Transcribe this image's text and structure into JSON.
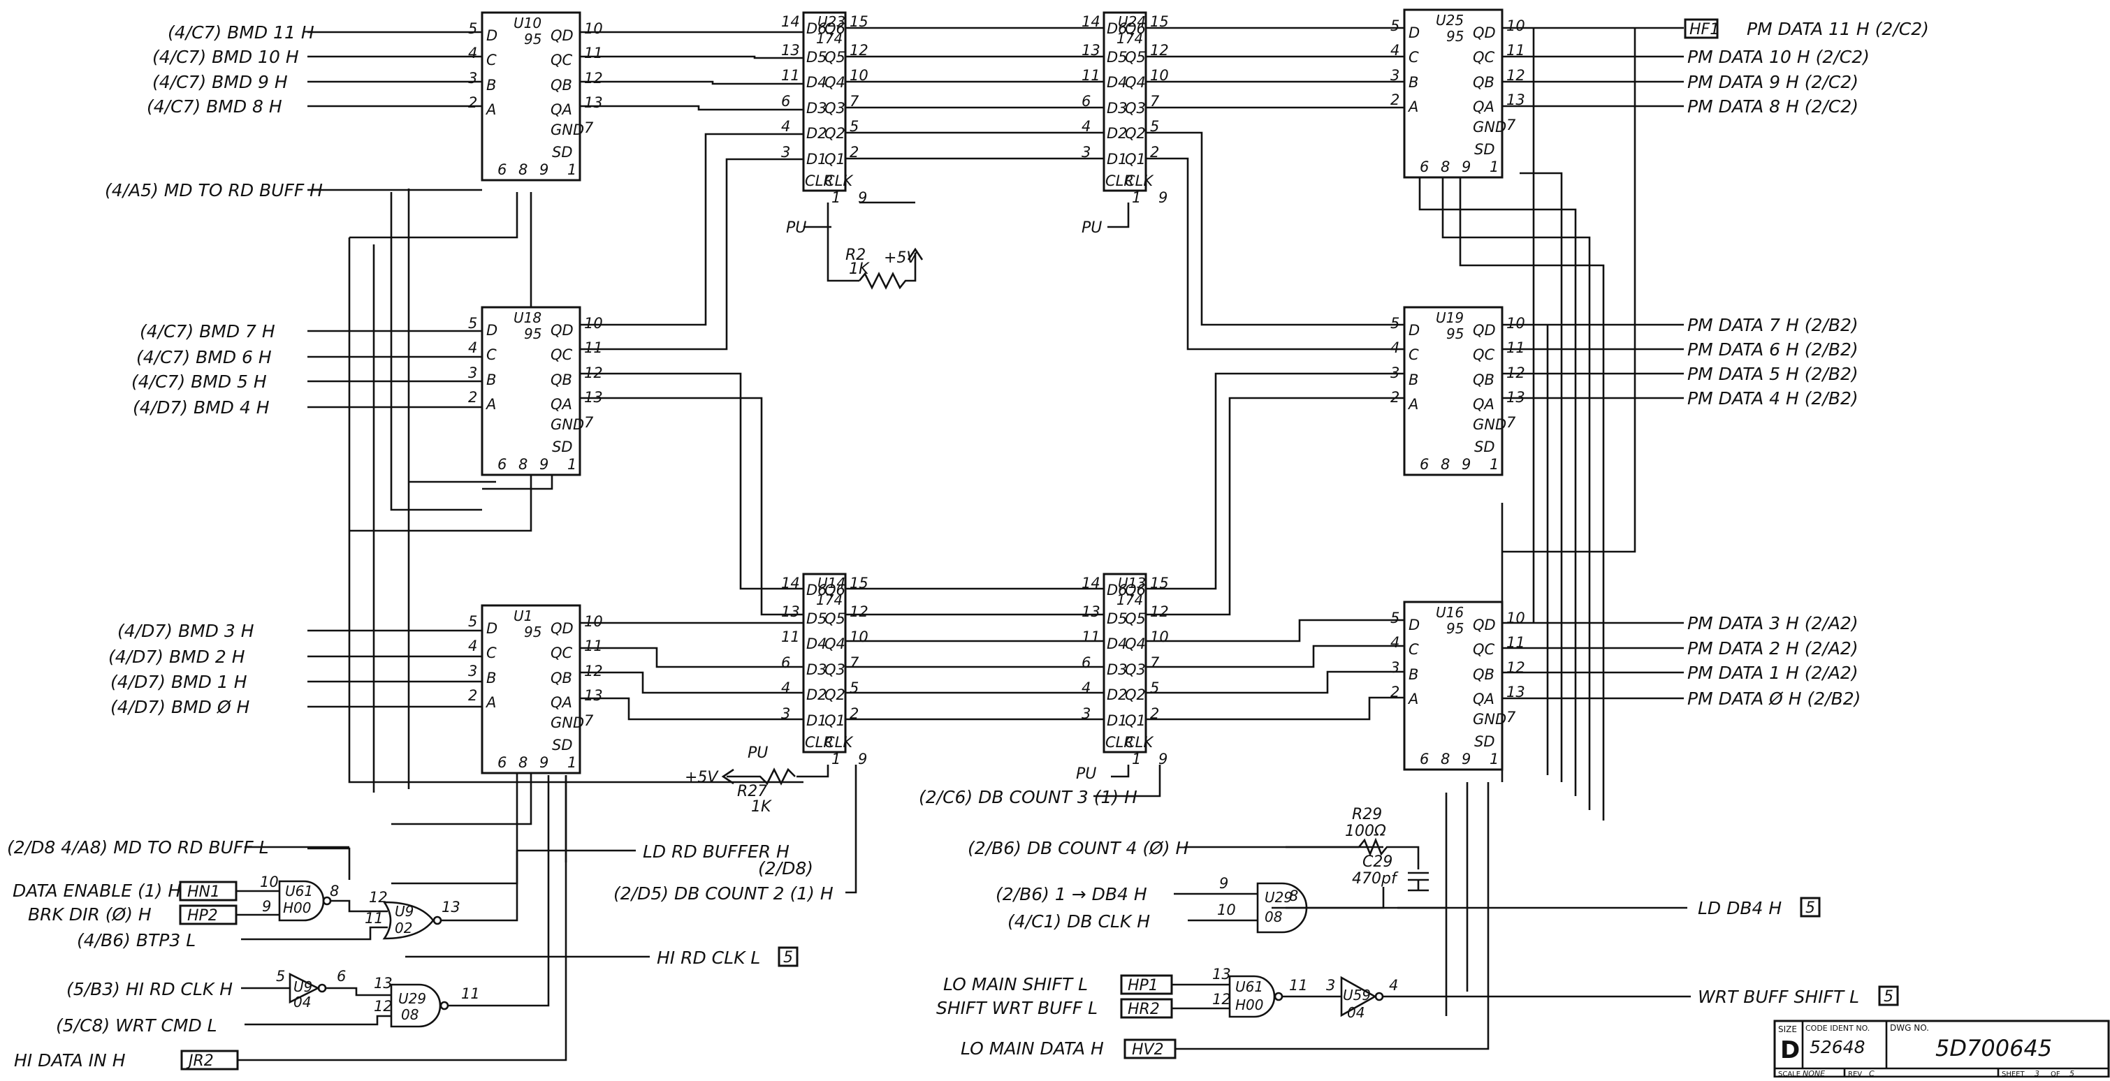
{
  "components": {
    "u10": {
      "ref": "U10",
      "type": "95",
      "pins_left": [
        "D",
        "C",
        "B",
        "A"
      ],
      "pins_right": [
        "QD",
        "QC",
        "QB",
        "QA"
      ],
      "pin_nums_left": [
        "5",
        "4",
        "3",
        "2"
      ],
      "pin_nums_right": [
        "10",
        "11",
        "12",
        "13"
      ],
      "gnd": "GND",
      "sd": "SD",
      "gnd_pin": "7",
      "bottom_pins": [
        "6",
        "8",
        "9",
        "1"
      ]
    },
    "u18": {
      "ref": "U18",
      "type": "95",
      "pins_left": [
        "D",
        "C",
        "B",
        "A"
      ],
      "pins_right": [
        "QD",
        "QC",
        "QB",
        "QA"
      ],
      "pin_nums_left": [
        "5",
        "4",
        "3",
        "2"
      ],
      "pin_nums_right": [
        "10",
        "11",
        "12",
        "13"
      ],
      "gnd": "GND",
      "sd": "SD",
      "gnd_pin": "7",
      "bottom_pins": [
        "6",
        "8",
        "9",
        "1"
      ]
    },
    "u1": {
      "ref": "U1",
      "type": "95",
      "pins_left": [
        "D",
        "C",
        "B",
        "A"
      ],
      "pins_right": [
        "QD",
        "QC",
        "QB",
        "QA"
      ],
      "pin_nums_left": [
        "5",
        "4",
        "3",
        "2"
      ],
      "pin_nums_right": [
        "10",
        "11",
        "12",
        "13"
      ],
      "gnd": "GND",
      "sd": "SD",
      "gnd_pin": "7",
      "bottom_pins": [
        "6",
        "8",
        "9",
        "1"
      ]
    },
    "u23": {
      "ref": "U23",
      "type": "174",
      "pins_left": [
        "D6",
        "D5",
        "D4",
        "D3",
        "D2",
        "D1"
      ],
      "pins_right": [
        "Q6",
        "Q5",
        "Q4",
        "Q3",
        "Q2",
        "Q1"
      ],
      "pin_nums_left": [
        "14",
        "13",
        "11",
        "6",
        "4",
        "3"
      ],
      "pin_nums_right": [
        "15",
        "12",
        "10",
        "7",
        "5",
        "2"
      ],
      "clr": "CLR",
      "clk": "CLK",
      "clr_pin": "1",
      "clk_pin": "9"
    },
    "u24": {
      "ref": "U24",
      "type": "174",
      "pins_left": [
        "D6",
        "D5",
        "D4",
        "D3",
        "D2",
        "D1"
      ],
      "pins_right": [
        "Q6",
        "Q5",
        "Q4",
        "Q3",
        "Q2",
        "Q1"
      ],
      "pin_nums_left": [
        "14",
        "13",
        "11",
        "6",
        "4",
        "3"
      ],
      "pin_nums_right": [
        "15",
        "12",
        "10",
        "7",
        "5",
        "2"
      ],
      "clr": "CLR",
      "clk": "CLK",
      "clr_pin": "1",
      "clk_pin": "9"
    },
    "u14": {
      "ref": "U14",
      "type": "174",
      "pins_left": [
        "D6",
        "D5",
        "D4",
        "D3",
        "D2",
        "D1"
      ],
      "pins_right": [
        "Q6",
        "Q5",
        "Q4",
        "Q3",
        "Q2",
        "Q1"
      ],
      "pin_nums_left": [
        "14",
        "13",
        "11",
        "6",
        "4",
        "3"
      ],
      "pin_nums_right": [
        "15",
        "12",
        "10",
        "7",
        "5",
        "2"
      ],
      "clr": "CLR",
      "clk": "CLK",
      "clr_pin": "1",
      "clk_pin": "9"
    },
    "u13": {
      "ref": "U13",
      "type": "174",
      "pins_left": [
        "D6",
        "D5",
        "D4",
        "D3",
        "D2",
        "D1"
      ],
      "pins_right": [
        "Q6",
        "Q5",
        "Q4",
        "Q3",
        "Q2",
        "Q1"
      ],
      "pin_nums_left": [
        "14",
        "13",
        "11",
        "6",
        "4",
        "3"
      ],
      "pin_nums_right": [
        "15",
        "12",
        "10",
        "7",
        "5",
        "2"
      ],
      "clr": "CLR",
      "clk": "CLK",
      "clr_pin": "1",
      "clk_pin": "9"
    },
    "u25": {
      "ref": "U25",
      "type": "95",
      "pins_left": [
        "D",
        "C",
        "B",
        "A"
      ],
      "pins_right": [
        "QD",
        "QC",
        "QB",
        "QA"
      ],
      "pin_nums_left": [
        "5",
        "4",
        "3",
        "2"
      ],
      "pin_nums_right": [
        "10",
        "11",
        "12",
        "13"
      ],
      "gnd": "GND",
      "sd": "SD",
      "gnd_pin": "7",
      "bottom_pins": [
        "6",
        "8",
        "9",
        "1"
      ]
    },
    "u19": {
      "ref": "U19",
      "type": "95",
      "pins_left": [
        "D",
        "C",
        "B",
        "A"
      ],
      "pins_right": [
        "QD",
        "QC",
        "QB",
        "QA"
      ],
      "pin_nums_left": [
        "5",
        "4",
        "3",
        "2"
      ],
      "pin_nums_right": [
        "10",
        "11",
        "12",
        "13"
      ],
      "gnd": "GND",
      "sd": "SD",
      "gnd_pin": "7",
      "bottom_pins": [
        "6",
        "8",
        "9",
        "1"
      ]
    },
    "u16": {
      "ref": "U16",
      "type": "95",
      "pins_left": [
        "D",
        "C",
        "B",
        "A"
      ],
      "pins_right": [
        "QD",
        "QC",
        "QB",
        "QA"
      ],
      "pin_nums_left": [
        "5",
        "4",
        "3",
        "2"
      ],
      "pin_nums_right": [
        "10",
        "11",
        "12",
        "13"
      ],
      "gnd": "GND",
      "sd": "SD",
      "gnd_pin": "7",
      "bottom_pins": [
        "6",
        "8",
        "9",
        "1"
      ]
    },
    "u61a": {
      "ref": "U61",
      "type": "H00",
      "pin_out": "8",
      "pin_in": [
        "10",
        "9"
      ]
    },
    "u9a": {
      "ref": "U9",
      "type": "02",
      "pin_out": "13",
      "pin_in": [
        "12",
        "11"
      ]
    },
    "u9b": {
      "ref": "U9",
      "type": "04",
      "pin_in": "5",
      "pin_out": "6"
    },
    "u29a": {
      "ref": "U29",
      "type": "08",
      "pin_in": [
        "13",
        "12"
      ],
      "pin_out": "11"
    },
    "u29b": {
      "ref": "U29",
      "type": "08",
      "pin_in": [
        "9",
        "10"
      ],
      "pin_out": "8"
    },
    "u61b": {
      "ref": "U61",
      "type": "H00",
      "pin_in": [
        "13",
        "12"
      ],
      "pin_out": "11"
    },
    "u59": {
      "ref": "U59",
      "type": "04",
      "pin_in": "3",
      "pin_out": "4"
    }
  },
  "inputs_left": {
    "u10": [
      "(4/C7) BMD 11 H",
      "(4/C7) BMD 10 H",
      "(4/C7) BMD 9 H",
      "(4/C7) BMD 8 H"
    ],
    "u18": [
      "(4/C7) BMD 7 H",
      "(4/C7) BMD 6 H",
      "(4/C7) BMD 5 H",
      "(4/D7) BMD 4 H"
    ],
    "u1": [
      "(4/D7) BMD 3 H",
      "(4/D7) BMD 2 H",
      "(4/D7) BMD 1 H",
      "(4/D7) BMD Ø H"
    ],
    "md_to_rd_buff_h": "(4/A5) MD TO RD BUFF H"
  },
  "outputs_right": {
    "u25": [
      "PM DATA 11 H (2/C2)",
      "PM DATA 10 H (2/C2)",
      "PM DATA 9 H (2/C2)",
      "PM DATA 8 H (2/C2)"
    ],
    "u25_tag": "HF1",
    "u19": [
      "PM DATA 7 H (2/B2)",
      "PM DATA 6 H (2/B2)",
      "PM DATA 5 H (2/B2)",
      "PM DATA 4 H (2/B2)"
    ],
    "u16": [
      "PM DATA 3 H (2/A2)",
      "PM DATA 2 H (2/A2)",
      "PM DATA 1 H (2/A2)",
      "PM DATA Ø H (2/B2)"
    ]
  },
  "passives": {
    "pu_a": "PU",
    "pu_b": "PU",
    "pu_c": "PU",
    "pu_d": "PU",
    "r2_ref": "R2",
    "r2_val": "1K",
    "r2_supply": "+5V",
    "r27_ref": "R27",
    "r27_val": "1K",
    "r27_supply": "+5V",
    "r29_ref": "R29",
    "r29_val": "100Ω",
    "c29_ref": "C29",
    "c29_val": "470pf"
  },
  "lower_left": {
    "md_to_rd_buff_l": "(2/D8 4/A8) MD TO RD BUFF L",
    "data_enable": "DATA ENABLE (1) H",
    "data_enable_tag": "HN1",
    "brk_dir": "BRK DIR (Ø) H",
    "brk_dir_tag": "HP2",
    "btp3": "(4/B6) BTP3 L",
    "hi_rd_clk_h": "(5/B3) HI RD CLK H",
    "wrt_cmd": "(5/C8) WRT CMD L",
    "hi_data_in": "HI DATA IN H",
    "hi_data_in_tag": "JR2",
    "ld_rd_buffer": "LD RD BUFFER H",
    "ld_rd_buffer_ref": "(2/D8)",
    "db_count_2": "(2/D5) DB COUNT 2 (1) H",
    "hi_rd_clk_l": "HI RD CLK L",
    "hi_rd_clk_l_sheet": "5"
  },
  "lower_right": {
    "db_count_3": "(2/C6) DB COUNT 3 (1) H",
    "db_count_4": "(2/B6) DB COUNT 4 (Ø) H",
    "db4_in": "(2/B6) 1 → DB4 H",
    "db_clk": "(4/C1) DB CLK H",
    "ld_db4": "LD DB4 H",
    "ld_db4_sheet": "5",
    "lo_main_shift": "LO MAIN SHIFT L",
    "lo_main_shift_tag": "HP1",
    "shift_wrt_buff": "SHIFT WRT BUFF L",
    "shift_wrt_buff_tag": "HR2",
    "lo_main_data": "LO MAIN DATA H",
    "lo_main_data_tag": "HV2",
    "wrt_buff_shift": "WRT BUFF SHIFT L",
    "wrt_buff_shift_sheet": "5"
  },
  "title_block": {
    "size_label": "SIZE",
    "size_value": "D",
    "code_label": "CODE IDENT NO.",
    "code_value": "52648",
    "dwg_label": "DWG NO.",
    "dwg_value": "5D700645",
    "scale_label": "SCALE",
    "scale_value": "NONE",
    "rev_label": "REV",
    "rev_value": "C",
    "sheet_label": "SHEET",
    "sheet_value": "3",
    "of_label": "OF",
    "of_value": "5"
  }
}
